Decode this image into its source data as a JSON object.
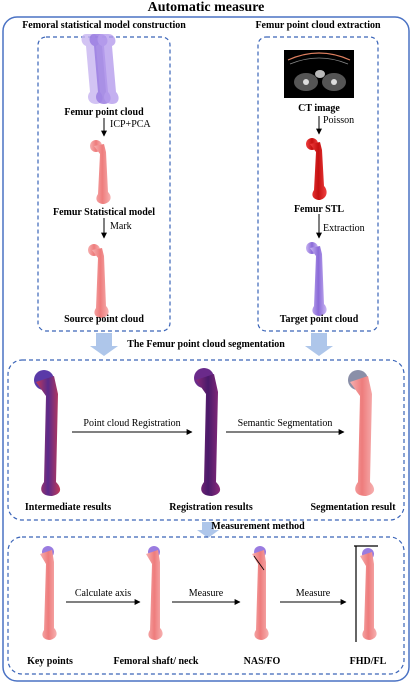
{
  "title": "Automatic measure",
  "sections": {
    "model": "Femoral statistical model construction",
    "extraction": "Femur point cloud extraction",
    "segmentation": "The Femur point cloud segmentation",
    "measurement": "Measurement method"
  },
  "model_steps": {
    "femur_point_cloud": "Femur point cloud",
    "icp_pca": "ICP+PCA",
    "statistical_model": "Femur Statistical model",
    "mark": "Mark",
    "source_point_cloud": "Source point cloud"
  },
  "extraction_steps": {
    "ct_image": "CT image",
    "poisson": "Poisson",
    "femur_stl": "Femur STL",
    "extraction": "Extraction",
    "target_point_cloud": "Target point cloud"
  },
  "segmentation_steps": {
    "intermediate": "Intermediate results",
    "registration_edge": "Point cloud Registration",
    "registration": "Registration results",
    "semantic_edge": "Semantic Segmentation",
    "segmentation": "Segmentation result"
  },
  "measurement_steps": {
    "key_points": "Key points",
    "calc_axis": "Calculate axis",
    "shaft_neck": "Femoral shaft/ neck",
    "measure_1": "Measure",
    "nas_fo": "NAS/FO",
    "measure_2": "Measure",
    "fhd_fl": "FHD/FL"
  },
  "colors": {
    "frame": "#4a72c4",
    "box_dash": "#3a64b8",
    "pink": "#f08080",
    "red": "#d81c1c",
    "purple": "#8a6ad8",
    "dark_purple": "#4a2a7a",
    "block_arrow": "#aec6ea"
  }
}
